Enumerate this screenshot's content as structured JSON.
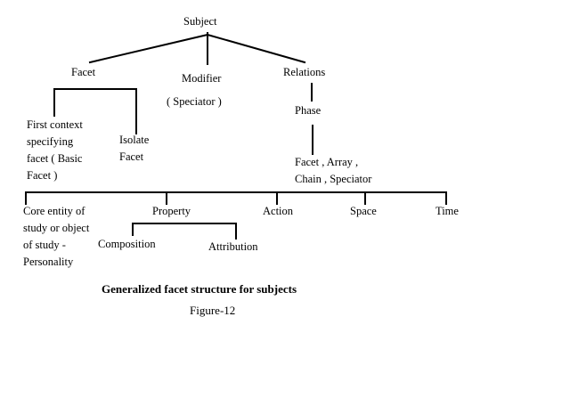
{
  "diagram": {
    "subject": "Subject",
    "facet": "Facet",
    "modifier": "Modifier",
    "modifier_note": "( Speciator )",
    "relations": "Relations",
    "phase": "Phase",
    "first_context_lines": [
      "First context",
      "specifying",
      "facet ( Basic",
      "Facet )"
    ],
    "isolate_facet_lines": [
      "Isolate",
      "Facet"
    ],
    "phase_types_lines": [
      "Facet , Array ,",
      "Chain , Speciator"
    ],
    "core_entity_lines": [
      "Core entity of",
      "study or object",
      "of study -",
      "Personality"
    ],
    "property": "Property",
    "action": "Action",
    "space": "Space",
    "time": "Time",
    "composition": "Composition",
    "attribution": "Attribution"
  },
  "caption": {
    "title": "Generalized facet structure for subjects",
    "figure": "Figure-12"
  }
}
